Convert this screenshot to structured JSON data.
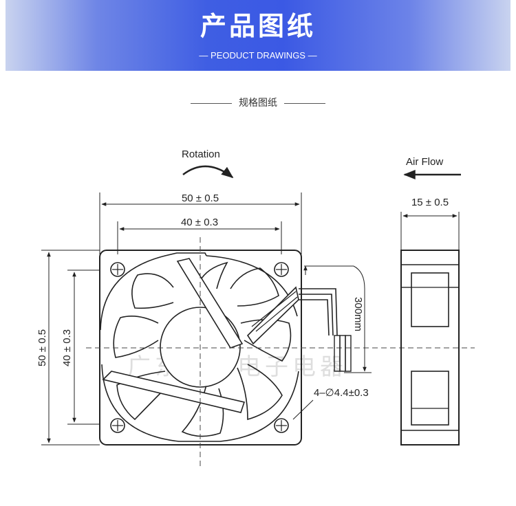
{
  "header": {
    "title": "产品图纸",
    "subtitle": "— PEODUCT DRAWINGS —"
  },
  "section_title": "规格图纸",
  "drawing": {
    "rotation_label": "Rotation",
    "airflow_label": "Air Flow",
    "width_outer": "50 ± 0.5",
    "width_holes": "40 ± 0.3",
    "height_outer": "50 ± 0.5",
    "height_holes": "40 ± 0.3",
    "depth": "15 ± 0.5",
    "lead_length": "300mm",
    "hole_spec": "4–∅4.4±0.3",
    "watermark": "广东丰力电子电器"
  },
  "colors": {
    "banner_center": "#3b59e4",
    "banner_edge": "#c9d3ef",
    "line": "#222222"
  }
}
